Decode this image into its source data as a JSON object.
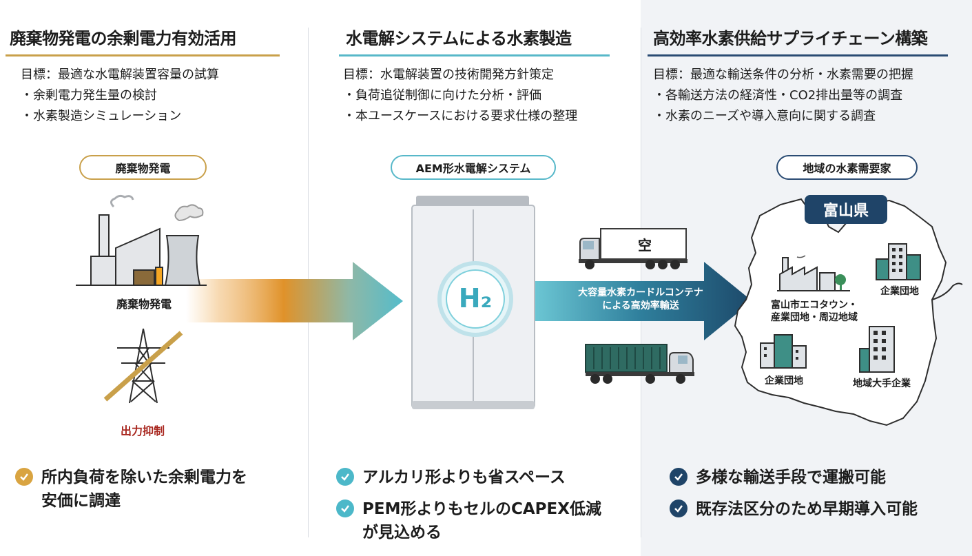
{
  "columns": [
    {
      "title": "廃棄物発電の余剰電力有効活用",
      "accent": "#c9a04a",
      "goals": [
        "目標：最適な水電解装置容量の試算",
        "・余剰電力発生量の検討",
        "・水素製造シミュレーション"
      ],
      "pill": "廃棄物発電",
      "benefits": [
        [
          "所内負荷を除いた余剰電力を",
          "安価に調達"
        ]
      ]
    },
    {
      "title": "水電解システムによる水素製造",
      "accent": "#57b8c9",
      "goals": [
        "目標：水電解装置の技術開発方針策定",
        "・負荷追従制御に向けた分析・評価",
        "・本ユースケースにおける要求仕様の整理"
      ],
      "pill": "AEM形水電解システム",
      "benefits": [
        [
          "アルカリ形よりも省スペース"
        ],
        [
          "PEM形よりもセルのCAPEX低減",
          "が見込める"
        ]
      ]
    },
    {
      "title": "高効率水素供給サプライチェーン構築",
      "accent": "#2a4b73",
      "goals": [
        "目標：最適な輸送条件の分析・水素需要の把握",
        "・各輸送方法の経済性・CO2排出量等の調査",
        "・水素のニーズや導入意向に関する調査"
      ],
      "pill": "地域の水素需要家",
      "benefits": [
        [
          "多様な輸送手段で運搬可能"
        ],
        [
          "既存法区分のため早期導入可能"
        ]
      ]
    }
  ],
  "plant_caption": "廃棄物発電",
  "curtail_caption": "出力抑制",
  "h2_label": "H₂",
  "truck_empty_label": "空",
  "transport_label": [
    "大容量水素カードルコンテナ",
    "による高効率輸送"
  ],
  "map": {
    "prefecture": "富山県",
    "sites": [
      [
        "富山市エコタウン・",
        "産業団地・周辺地域"
      ],
      [
        "企業団地"
      ],
      [
        "企業団地"
      ],
      [
        "地域大手企業"
      ]
    ]
  },
  "colors": {
    "gold": "#c9a04a",
    "teal": "#4cb8c9",
    "navy": "#1f4468",
    "red": "#a8261e",
    "orange": "#e0922a"
  }
}
